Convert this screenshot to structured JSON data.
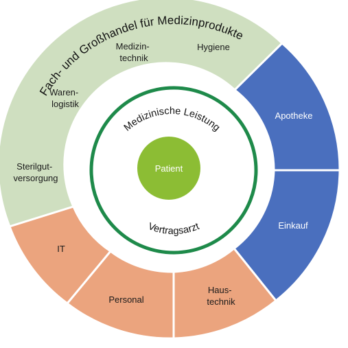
{
  "outer_ring_title": "Fach- und Großhandel für Medizinprodukte",
  "segments": {
    "medizintechnik": [
      "Medizin-",
      "technik"
    ],
    "hygiene": [
      "Hygiene"
    ],
    "warenlogistik": [
      "Waren-",
      "logistik"
    ],
    "sterilgut": [
      "Sterilgut-",
      "versorgung"
    ],
    "apotheke": [
      "Apotheke"
    ],
    "einkauf": [
      "Einkauf"
    ],
    "it": [
      "IT"
    ],
    "personal": [
      "Personal"
    ],
    "haustechnik": [
      "Haus-",
      "technik"
    ]
  },
  "inner_ring": {
    "top": "Medizinische Leistung",
    "bottom": "Vertragsarzt"
  },
  "center": "Patient",
  "colors": {
    "green_segment": "#cfdfc0",
    "blue_segment": "#4a6fbe",
    "orange_segment": "#eba47e",
    "inner_ring_stroke": "#1e8a4a",
    "center_circle": "#8cbd34"
  }
}
